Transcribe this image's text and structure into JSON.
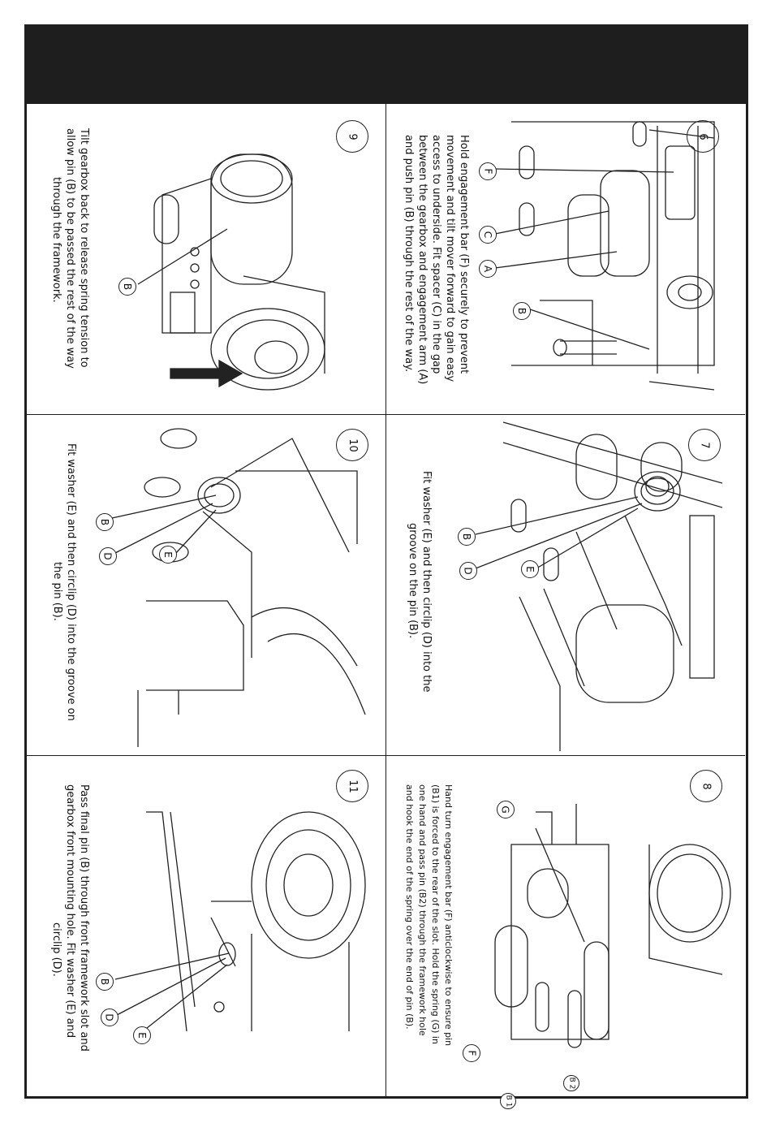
{
  "steps": [
    {
      "number": "6",
      "caption_lines": [
        "Hold engagement bar (F) securely to prevent",
        "movement and tilt mover forward to gain easy",
        "access to underside. Fit spacer (C) in the gap",
        "between the gearbox and engagement arm (A)",
        "and push pin (B) through the rest of the way."
      ],
      "labels": [
        "F",
        "C",
        "A",
        "B"
      ]
    },
    {
      "number": "7",
      "caption_lines": [
        "Fit washer (E) and then circlip (D) into the",
        "groove on the pin (B)."
      ],
      "labels": [
        "B",
        "D",
        "E"
      ]
    },
    {
      "number": "8",
      "caption_lines": [
        "Hand turn engagement bar (F) anticlockwise to ensure pin",
        "(B1) is forced to the rear of the slot. Hold the spring (G) in",
        "one hand and pass pin (B2) through the framework hole",
        "and hook the end of the spring over the end of pin (B)."
      ],
      "labels": [
        "G",
        "F",
        "B 1",
        "B 2"
      ]
    },
    {
      "number": "9",
      "caption_lines": [
        "Tilt gearbox back to release spring tension to",
        "allow pin (B) to be passed the rest of the way",
        "through the framework."
      ],
      "labels": [
        "B"
      ]
    },
    {
      "number": "10",
      "caption_lines": [
        "Fit washer (E) and then circlip (D) into the groove on",
        "the pin (B)."
      ],
      "labels": [
        "B",
        "D",
        "E"
      ]
    },
    {
      "number": "11",
      "caption_lines": [
        "Pass final pin (B) through front framework slot and",
        "gearbox front mounting hole. Fit washer (E) and",
        "circlip (D)."
      ],
      "labels": [
        "B",
        "D",
        "E"
      ]
    }
  ]
}
